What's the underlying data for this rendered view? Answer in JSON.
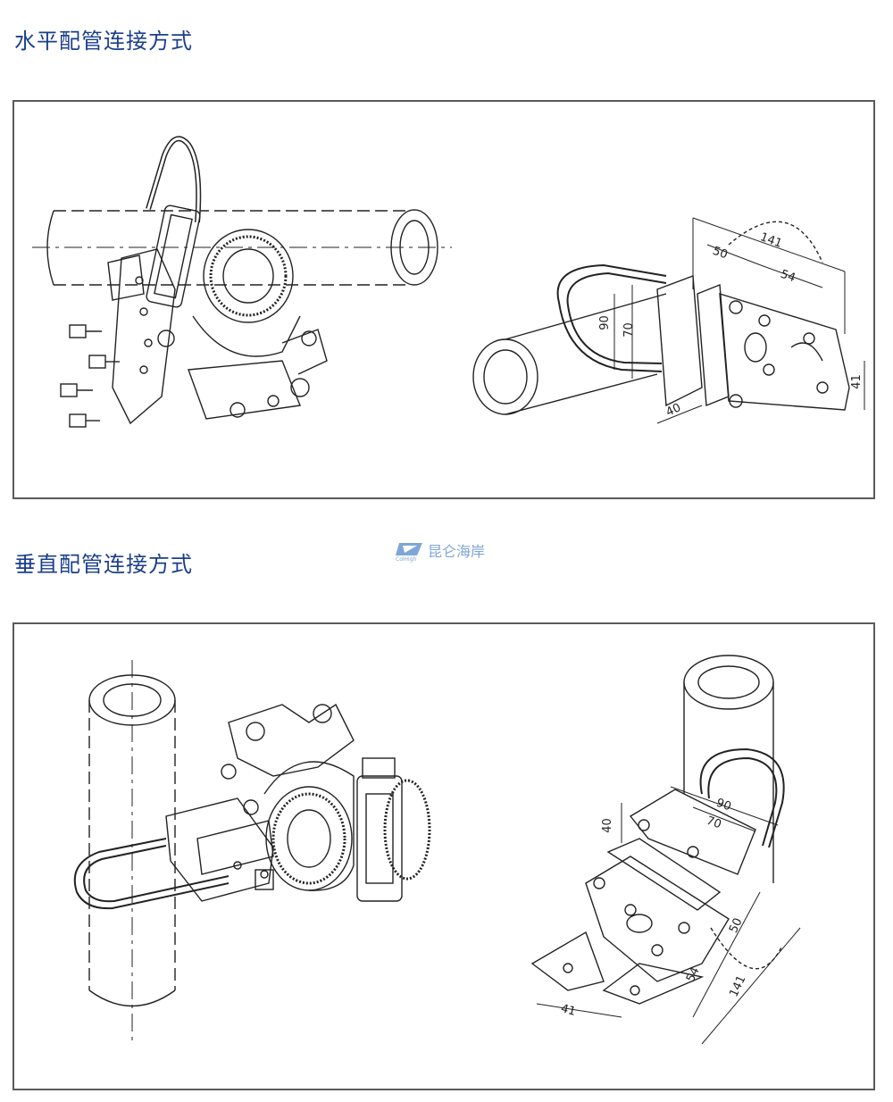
{
  "sections": [
    {
      "title": "水平配管连接方式"
    },
    {
      "title": "垂直配管连接方式"
    }
  ],
  "logo": {
    "cn": "昆仑海岸",
    "en": "ColHigh"
  },
  "horizontal_bracket_dims": {
    "d141": "141",
    "d50": "50",
    "d54": "54",
    "d90": "90",
    "d70": "70",
    "d40": "40",
    "d41": "41"
  },
  "vertical_bracket_dims": {
    "d90": "90",
    "d70": "70",
    "d40": "40",
    "d50": "50",
    "d54": "54",
    "d141": "141",
    "d41": "41"
  },
  "colors": {
    "heading": "#1a3f8c",
    "border": "#5a5a5a",
    "logo": "#7ea6d8",
    "line": "#222222"
  }
}
